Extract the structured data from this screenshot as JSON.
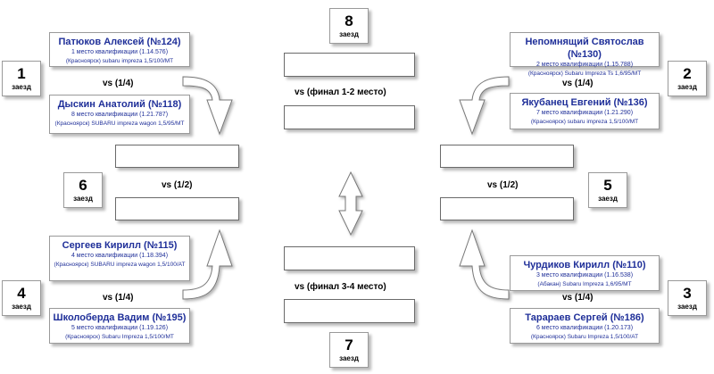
{
  "heat_word": "заезд",
  "heats": {
    "h1": "1",
    "h2": "2",
    "h3": "3",
    "h4": "4",
    "h5": "5",
    "h6": "6",
    "h7": "7",
    "h8": "8"
  },
  "players": [
    {
      "name": "Патюков Алексей (№124)",
      "qual": "1 место квалификации (1.14.576)",
      "car": "(Красноярск) subaru impreza 1,5/100/MT"
    },
    {
      "name": "Дыскин Анатолий (№118)",
      "qual": "8 место квалификации (1.21.787)",
      "car": "(Красноярск) SUBARU impreza wagon 1,5/95/MT"
    },
    {
      "name": "Сергеев Кирилл (№115)",
      "qual": "4 место квалификации (1.18.394)",
      "car": "(Красноярск) SUBARU impreza wagon 1,5/100/AT"
    },
    {
      "name": "Школоберда Вадим (№195)",
      "qual": "5 место квалификации (1.19.126)",
      "car": "(Красноярск) Subaru Impreza 1,5/100/MT"
    },
    {
      "name": "Непомнящий Святослав (№130)",
      "qual": "2 место квалификации (1.15.788)",
      "car": "(Красноярск) Subaru Impreza Ts 1,6/95/MT"
    },
    {
      "name": "Якубанец Евгений (№136)",
      "qual": "7 место квалификации (1.21.290)",
      "car": "(Красноярск) subaru impreza 1,5/100/MT"
    },
    {
      "name": "Чурдиков Кирилл (№110)",
      "qual": "3 место квалификации (1.16.538)",
      "car": "(Абакан) Subaru Impreza 1,6/95/MT"
    },
    {
      "name": "Тарараев Сергей (№186)",
      "qual": "6 место квалификации (1.20.173)",
      "car": "(Красноярск) Subaru Impreza 1,5/100/AT"
    }
  ],
  "vs": {
    "quarter_left_top": "vs (1/4)",
    "quarter_left_bottom": "vs (1/4)",
    "quarter_right_top": "vs (1/4)",
    "quarter_right_bottom": "vs (1/4)",
    "semi_left": "vs (1/2)",
    "semi_right": "vs (1/2)",
    "final_1_2": "vs (финал 1-2 место)",
    "final_3_4": "vs (финал 3-4 место)"
  }
}
